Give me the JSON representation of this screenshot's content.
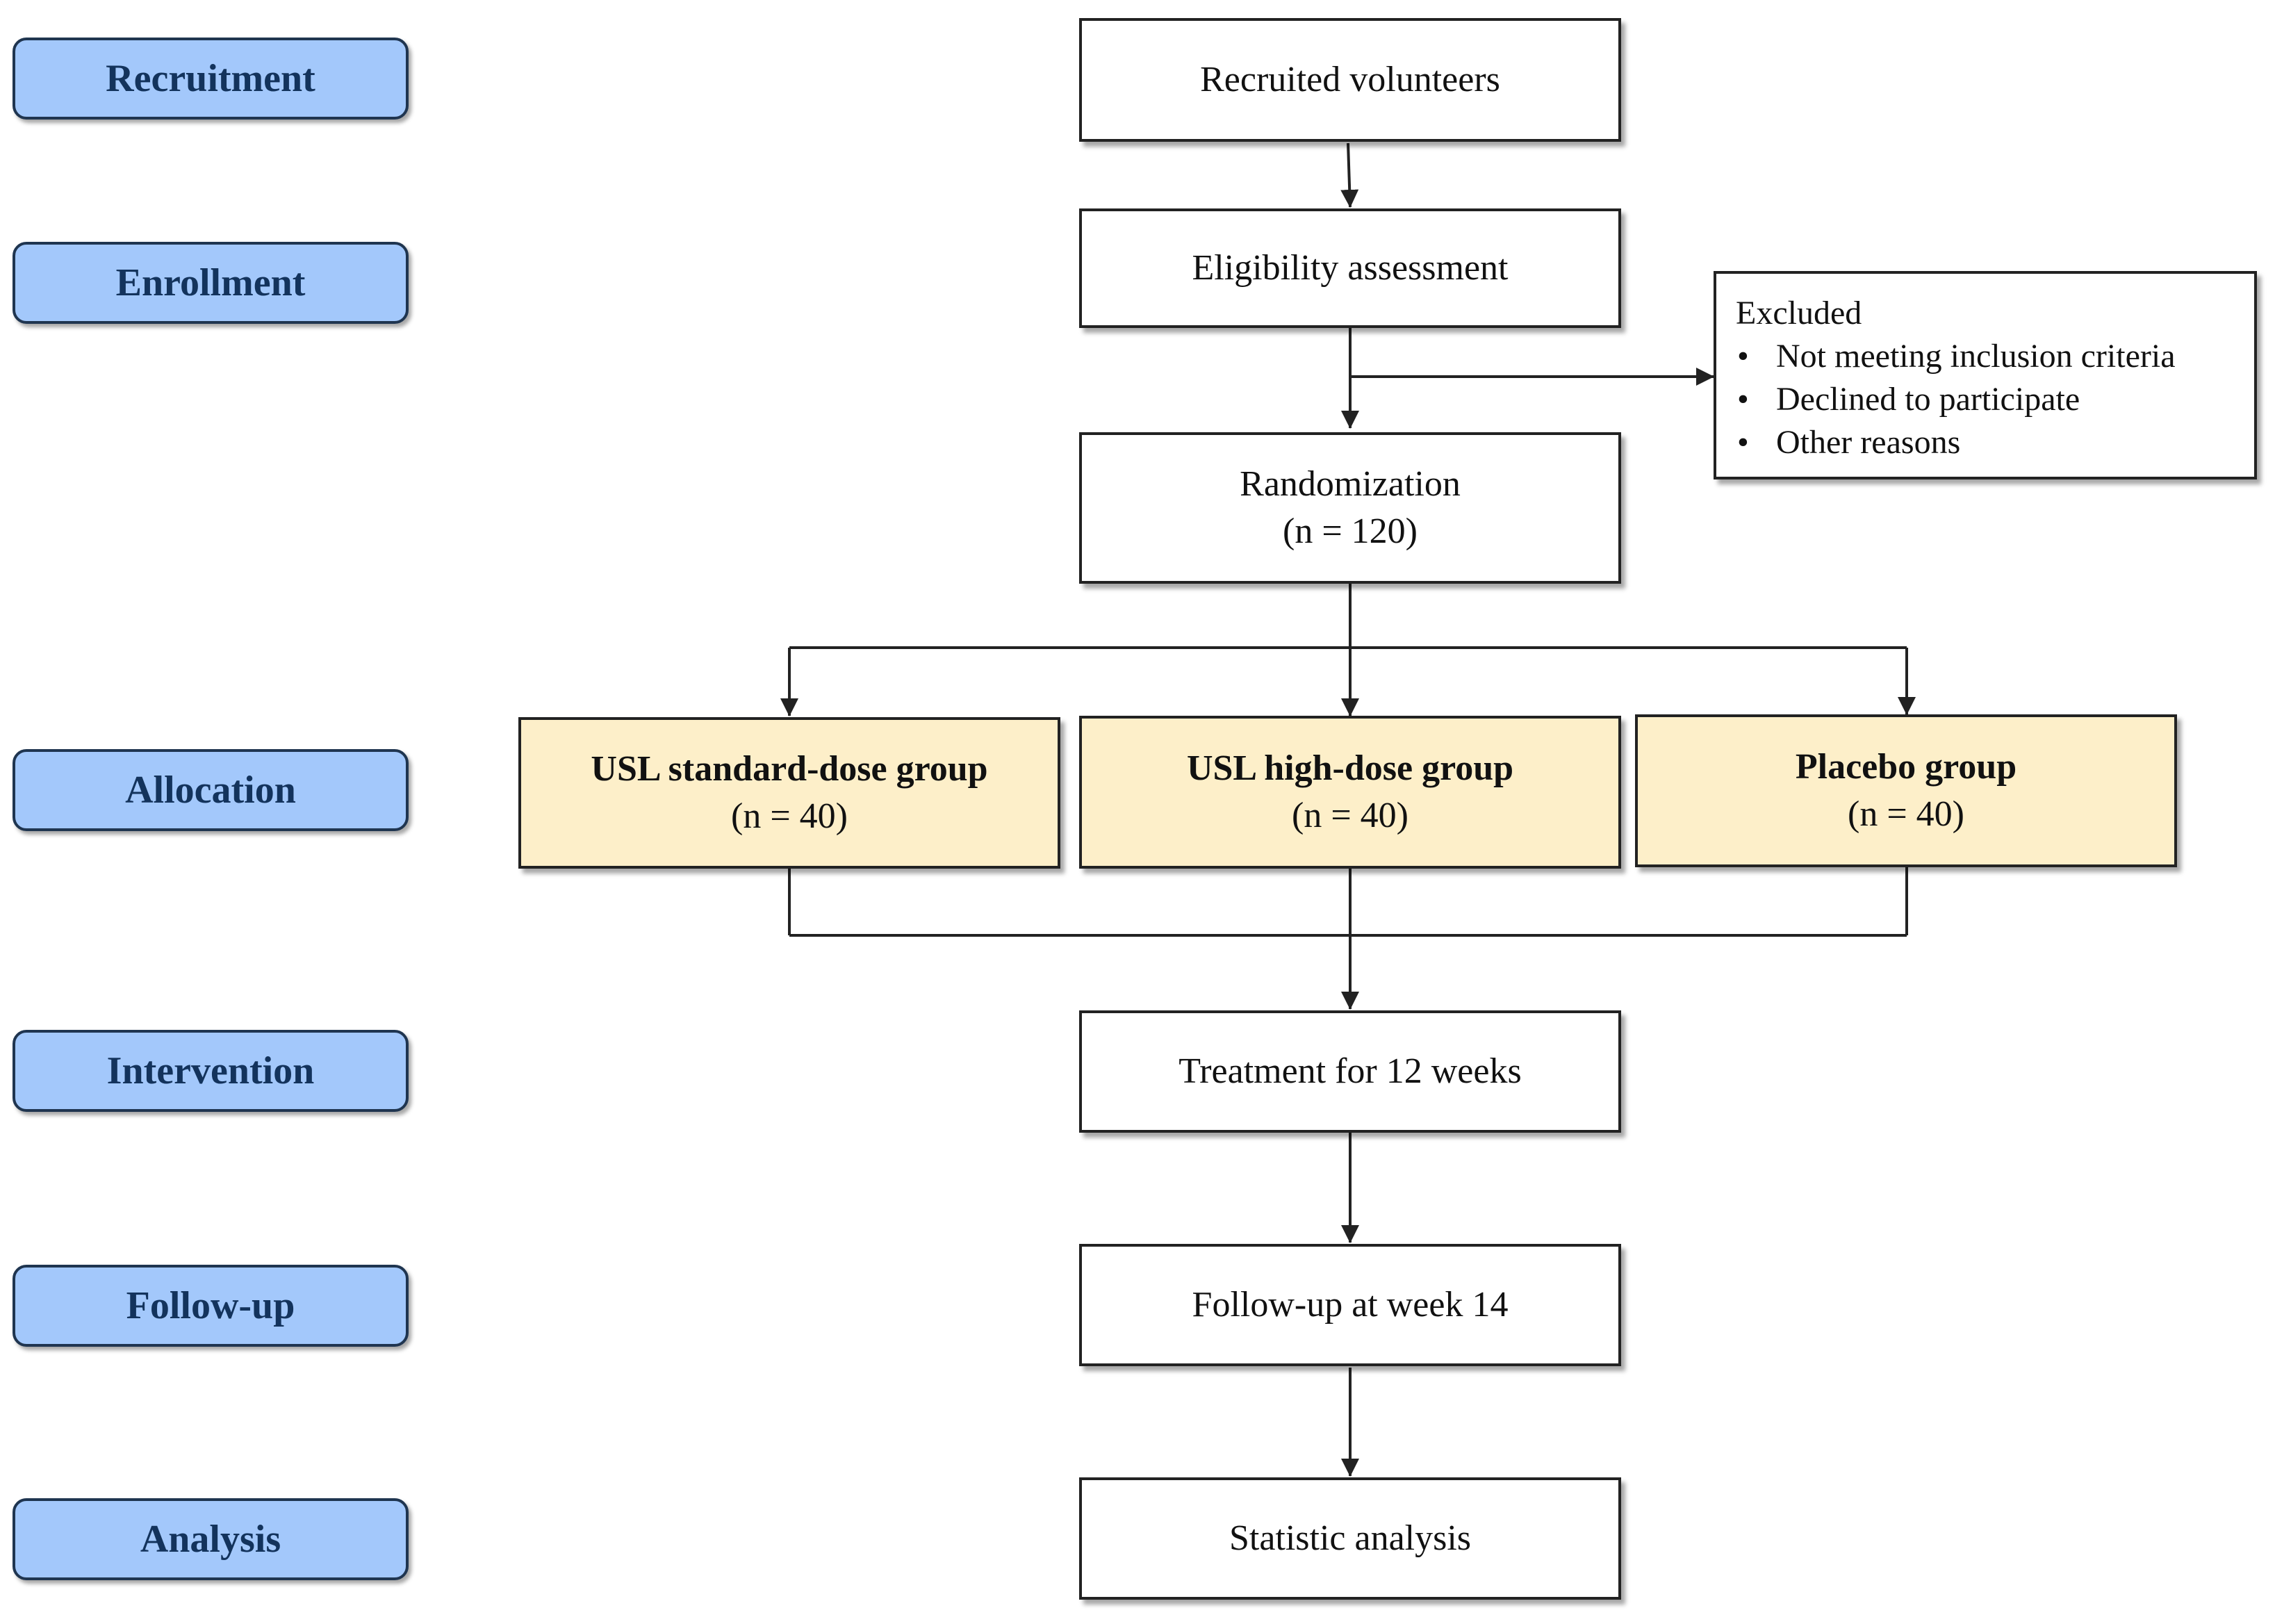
{
  "stages": {
    "recruitment": "Recruitment",
    "enrollment": "Enrollment",
    "allocation": "Allocation",
    "intervention": "Intervention",
    "followup": "Follow-up",
    "analysis": "Analysis"
  },
  "boxes": {
    "recruited": "Recruited volunteers",
    "eligibility": "Eligibility assessment",
    "randomization": {
      "title": "Randomization",
      "count": "(n = 120)"
    },
    "standard_dose": {
      "title": "USL standard-dose group",
      "count": "(n = 40)"
    },
    "high_dose": {
      "title": "USL high-dose group",
      "count": "(n = 40)"
    },
    "placebo": {
      "title": "Placebo group",
      "count": "(n = 40)"
    },
    "treatment": "Treatment for 12 weeks",
    "followup": "Follow-up at week 14",
    "analysis": "Statistic analysis"
  },
  "excluded": {
    "title": "Excluded",
    "bullet": "•",
    "items": [
      "Not meeting inclusion criteria",
      "Declined to participate",
      "Other reasons"
    ]
  },
  "colors": {
    "stage_fill": "#a3c8fb",
    "stage_text": "#13335c",
    "allocation_fill": "#fdefc9",
    "line": "#222222"
  }
}
